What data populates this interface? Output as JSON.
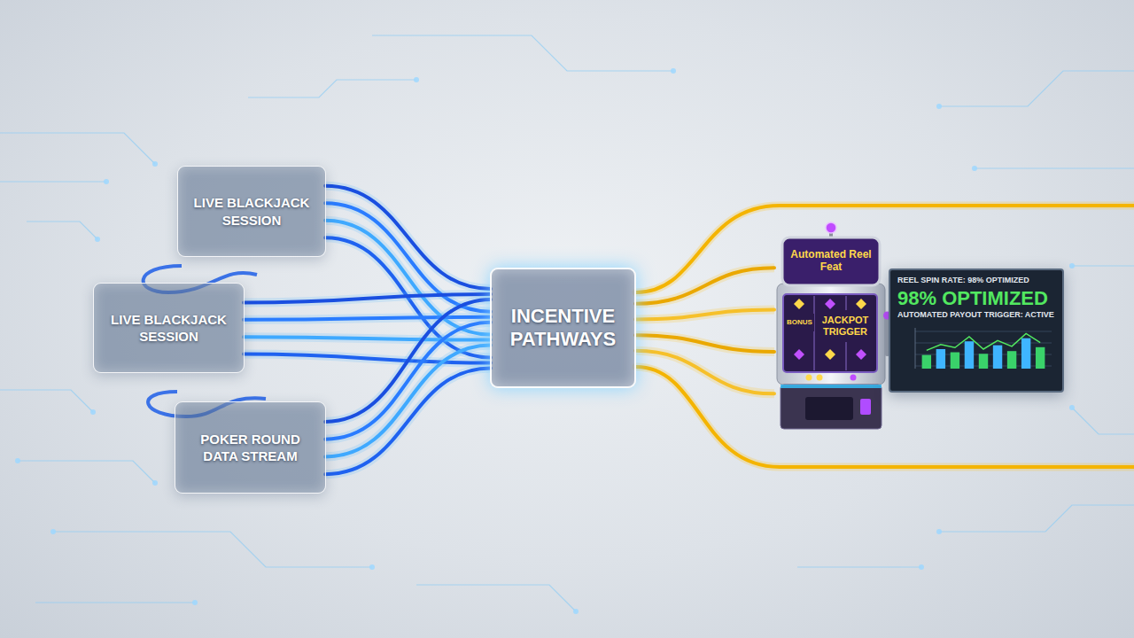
{
  "diagram": {
    "nodes": [
      {
        "text": [
          "LIVE BLACKJACK SESSION"
        ]
      },
      {
        "text": [
          "LIVE BLACKJACK SESSION"
        ]
      },
      {
        "text": [
          "POKER ROUND DATA STREAM"
        ]
      },
      {
        "text": [
          "INCENTIVE PATHWAYS"
        ]
      },
      {
        "text": [
          "Automated Reel Feat",
          "BONUS",
          "JACKPOT TRIGGER"
        ]
      },
      {
        "text": [
          "REEL SPIN RATE: 98% OPTIMIZED",
          "98% OPTIMIZED",
          "AUTOMATED PAYOUT TRIGGER: ACTIVE"
        ]
      }
    ],
    "edges": [
      {
        "from": 0,
        "to": 3,
        "arrow": "none"
      },
      {
        "from": 1,
        "to": 3,
        "arrow": "none"
      },
      {
        "from": 2,
        "to": 3,
        "arrow": "none"
      },
      {
        "from": 3,
        "to": 4,
        "arrow": "none"
      }
    ]
  }
}
